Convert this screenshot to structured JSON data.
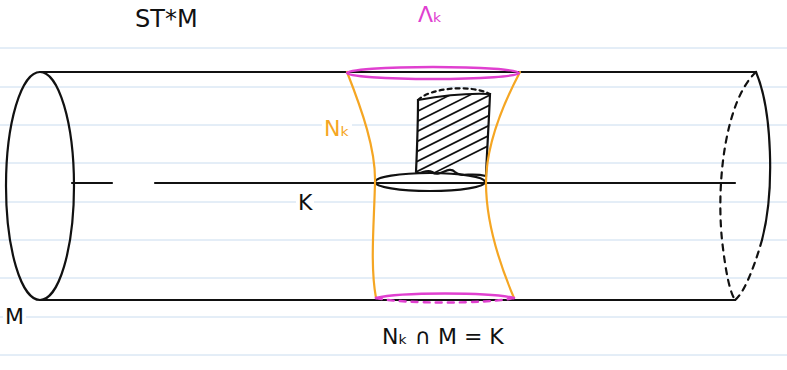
{
  "diagram": {
    "labels": [
      "ST*M",
      "Λₖ",
      "Nₖ",
      "K",
      "M",
      "Nₖ ∩ M = K"
    ]
  }
}
